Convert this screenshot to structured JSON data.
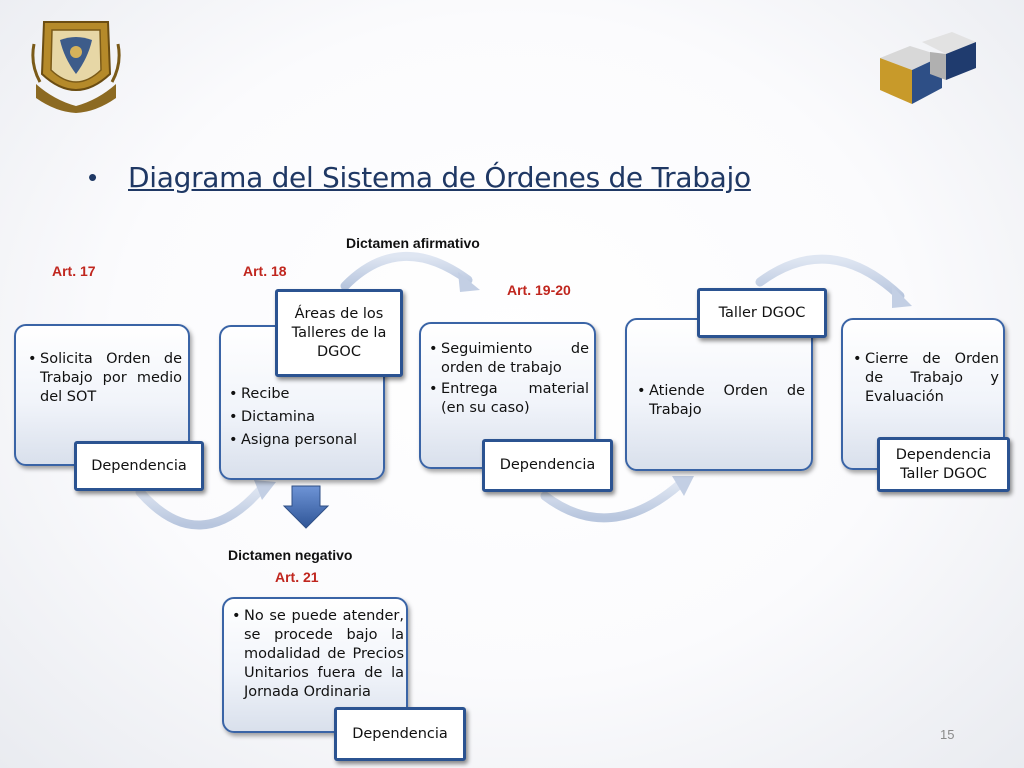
{
  "slide_title": "Diagrama del Sistema de Órdenes de Trabajo",
  "labels": {
    "art17": "Art. 17",
    "art18": "Art. 18",
    "art1920": "Art. 19-20",
    "art21": "Art. 21",
    "dictamen_afirmativo": "Dictamen afirmativo",
    "dictamen_negativo": "Dictamen negativo"
  },
  "steps": [
    {
      "bullets": [
        "Solicita Orden de Trabajo por medio del SOT"
      ],
      "tag": "Dependencia"
    },
    {
      "bullets": [
        "Recibe",
        "Dictamina",
        "Asigna personal"
      ],
      "tag": "Áreas de los Talleres de la DGOC"
    },
    {
      "bullets": [
        "Seguimiento de orden de trabajo",
        "Entrega material (en su caso)"
      ],
      "tag": "Dependencia"
    },
    {
      "bullets": [
        "Atiende Orden de Trabajo"
      ],
      "tag": "Taller DGOC"
    },
    {
      "bullets": [
        "Cierre de Orden de Trabajo y Evaluación"
      ],
      "tag": "Dependencia Taller DGOC"
    }
  ],
  "negative": {
    "bullets": [
      "No se puede atender, se procede bajo la modalidad de Precios Unitarios fuera de la Jornada Ordinaria"
    ],
    "tag": "Dependencia"
  },
  "page_number": "15",
  "colors": {
    "title": "#1f3864",
    "accent_red": "#c0261e",
    "card_border": "#3a64a6",
    "tag_border": "#2b5391",
    "arrow_blue": "#4472c4"
  }
}
